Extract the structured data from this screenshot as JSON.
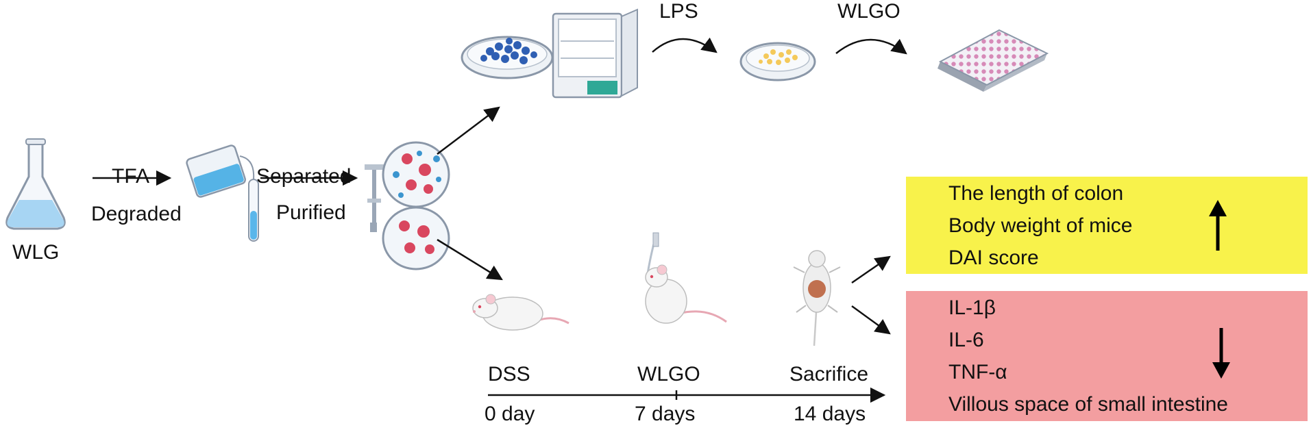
{
  "source": {
    "label": "WLG"
  },
  "step1": {
    "top": "TFA",
    "bottom": "Degraded"
  },
  "step2": {
    "top": "Separated",
    "bottom": "Purified"
  },
  "cell_assay": {
    "stimulus": "LPS",
    "treatment": "WLGO"
  },
  "timeline": {
    "events": [
      {
        "label": "DSS",
        "time": "0 day"
      },
      {
        "label": "WLGO",
        "time": "7 days"
      },
      {
        "label": "Sacrifice",
        "time": "14 days"
      }
    ]
  },
  "increased": {
    "items": [
      "The length of colon",
      "Body weight of mice",
      "DAI score"
    ],
    "color": "#f8f24b",
    "direction": "up"
  },
  "decreased": {
    "items": [
      "IL-1β",
      "IL-6",
      "TNF-α",
      "Villous space of small intestine"
    ],
    "color": "#f39ea0",
    "direction": "down"
  }
}
